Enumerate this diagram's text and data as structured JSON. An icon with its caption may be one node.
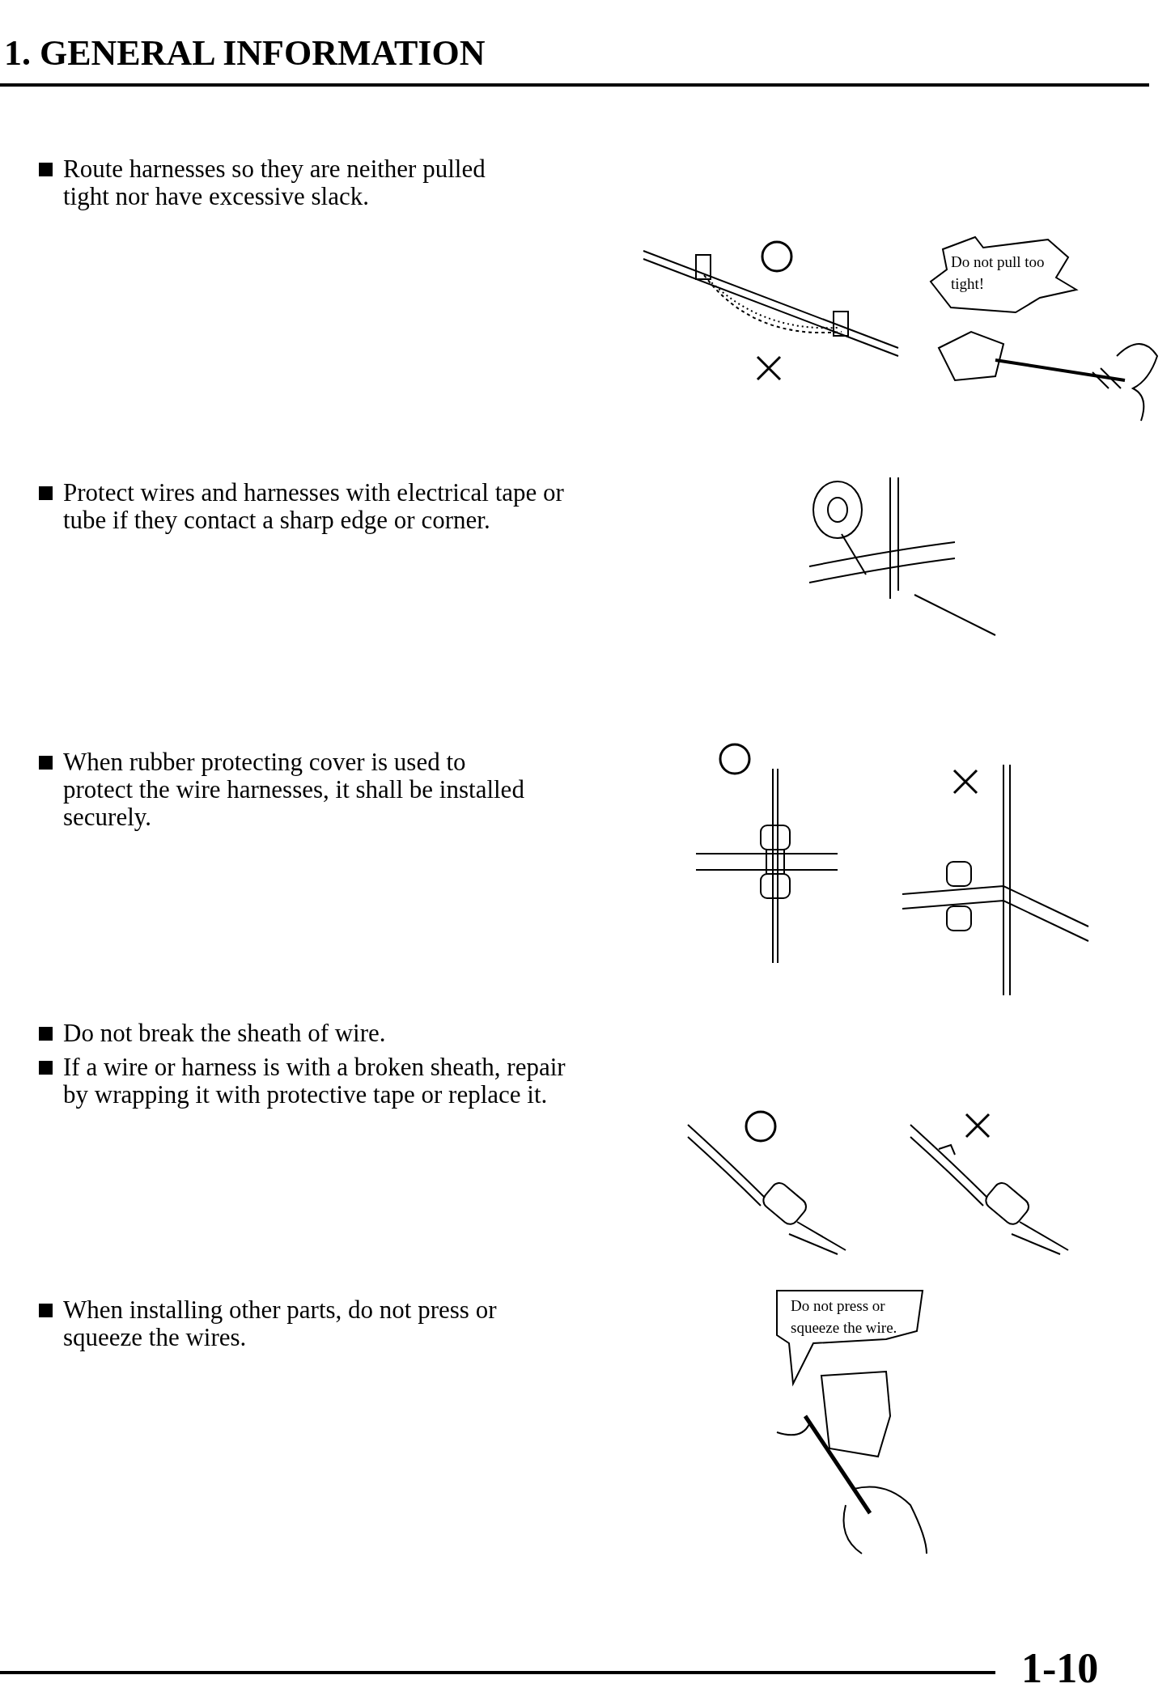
{
  "diagram": {
    "title": "1. GENERAL INFORMATION",
    "nodes": [
      {
        "text": [
          "Do not pull too tight!"
        ]
      },
      {
        "text": [
          "Do not press or squeeze the wire."
        ]
      }
    ],
    "edges": [],
    "labels": [
      "Route harnesses so they are neither pulled tight nor have excessive slack.",
      "Protect wires and harnesses with electrical tape or tube if they contact a sharp edge or corner.",
      "When rubber protecting cover is used to protect the wire harnesses, it shall be installed securely.",
      "Do not break the sheath of wire.",
      "If a wire or harness is with a broken sheath, repair by wrapping it with protective tape or replace it.",
      "When installing other parts, do not press or squeeze the wires.",
      "1-10"
    ]
  }
}
